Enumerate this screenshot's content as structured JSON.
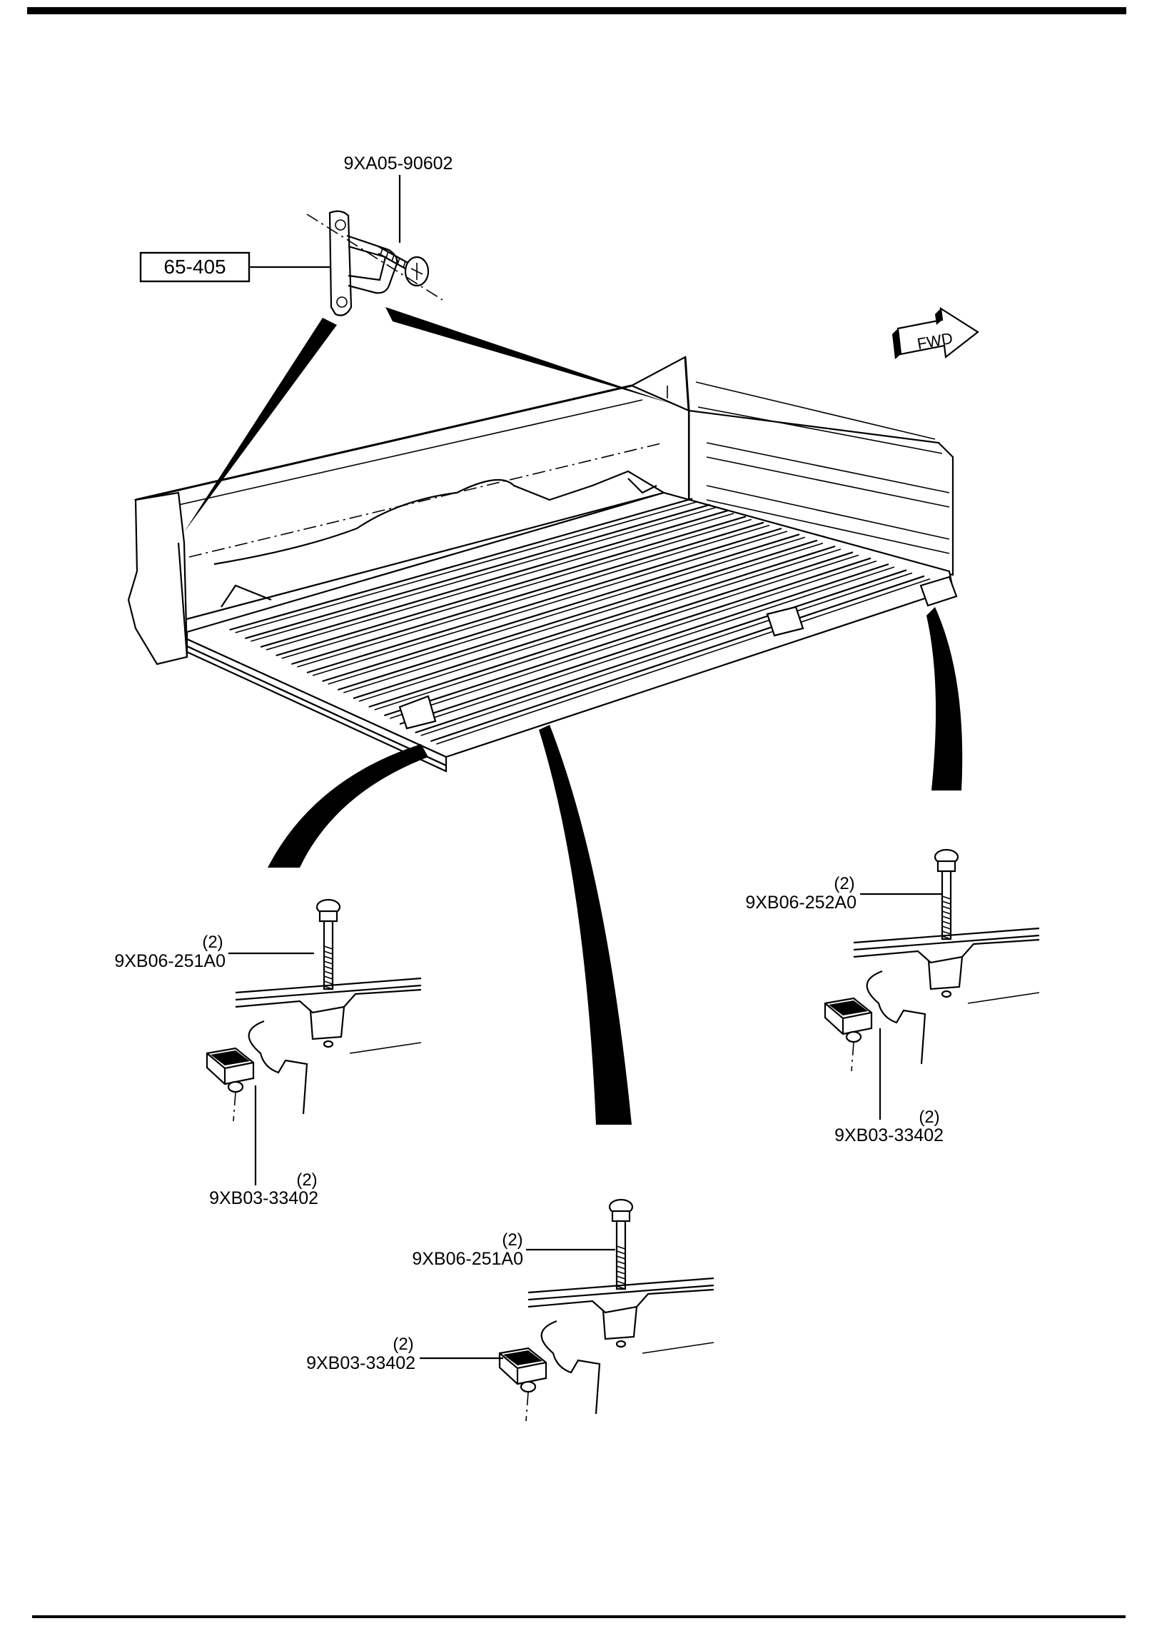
{
  "callouts": {
    "ref_box": "65-405",
    "hook_screw": "9XA05-90602",
    "bolt_rear": {
      "qty": "(2)",
      "part": "9XB06-252A0"
    },
    "nut_rear": {
      "qty": "(2)",
      "part": "9XB03-33402"
    },
    "bolt_front": {
      "qty": "(2)",
      "part": "9XB06-251A0"
    },
    "nut_front": {
      "qty": "(2)",
      "part": "9XB03-33402"
    },
    "bolt_mid": {
      "qty": "(2)",
      "part": "9XB06-251A0"
    },
    "nut_mid": {
      "qty": "(2)",
      "part": "9XB03-33402"
    }
  },
  "direction_arrow": {
    "label": "FWD"
  }
}
